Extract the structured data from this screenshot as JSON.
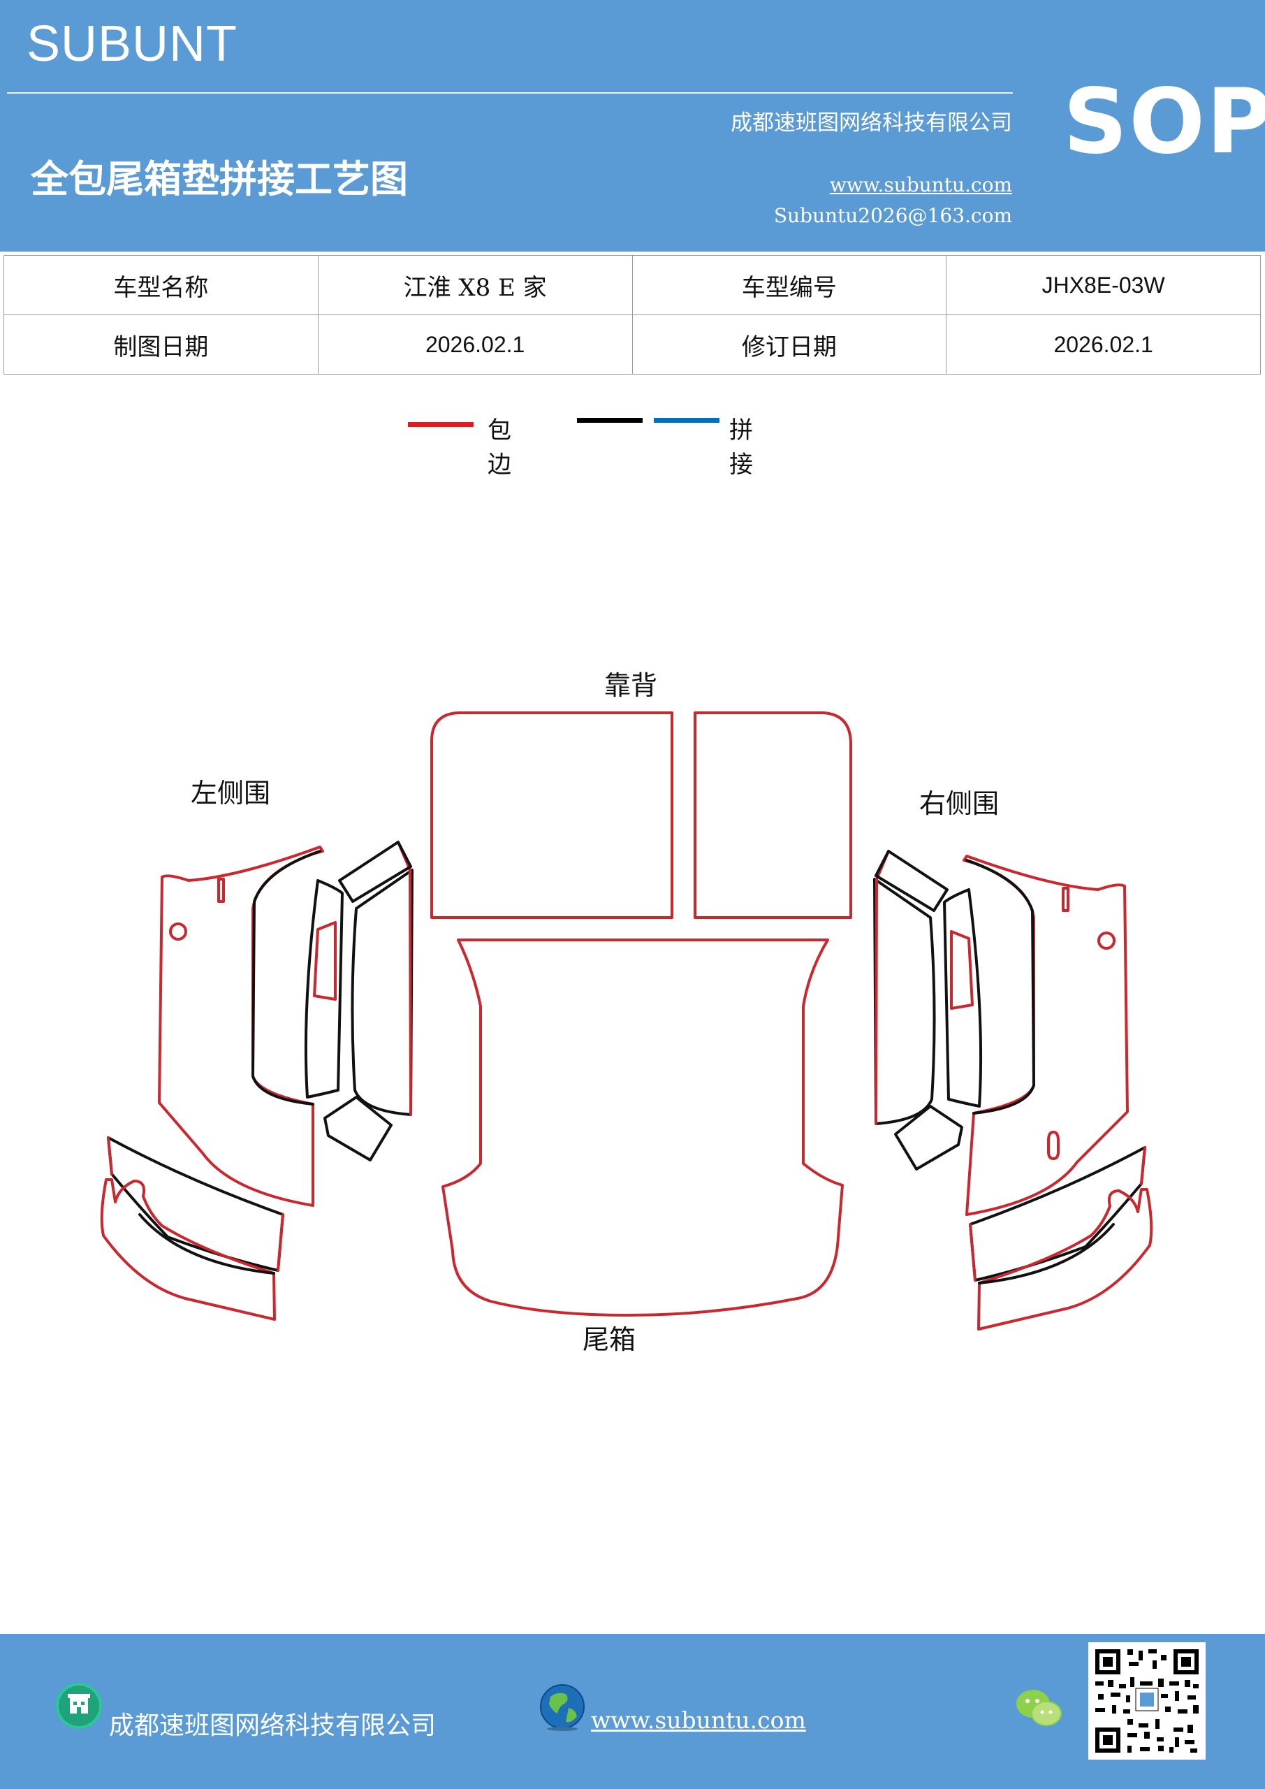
{
  "header": {
    "brand": "SUBUNT",
    "company": "成都速班图网络科技有限公司",
    "title": "全包尾箱垫拼接工艺图",
    "website": "www.subuntu.com",
    "email": "Subuntu2026@163.com",
    "sop": "SOP"
  },
  "info_table": {
    "model_name_label": "车型名称",
    "model_name": "江淮 X8  E 家",
    "model_code_label": "车型编号",
    "model_code": "JHX8E-03W",
    "draw_date_label": "制图日期",
    "draw_date": "2026.02.1",
    "revise_date_label": "修订日期",
    "revise_date": "2026.02.1"
  },
  "legend": {
    "edge_label": "包边",
    "splice_label": "拼接",
    "colors": {
      "edge": "#e11b22",
      "black": "#000000",
      "splice": "#0070c0"
    }
  },
  "diagram": {
    "labels": {
      "backrest": "靠背",
      "left_side": "左侧围",
      "right_side": "右侧围",
      "trunk": "尾箱"
    },
    "colors": {
      "edge": "#c8282e",
      "seam": "#111111"
    }
  },
  "footer": {
    "company": "成都速班图网络科技有限公司",
    "website": "www.subuntu.com ",
    "icons": [
      "building-icon",
      "globe-icon",
      "wechat-icon",
      "qr-code"
    ]
  }
}
